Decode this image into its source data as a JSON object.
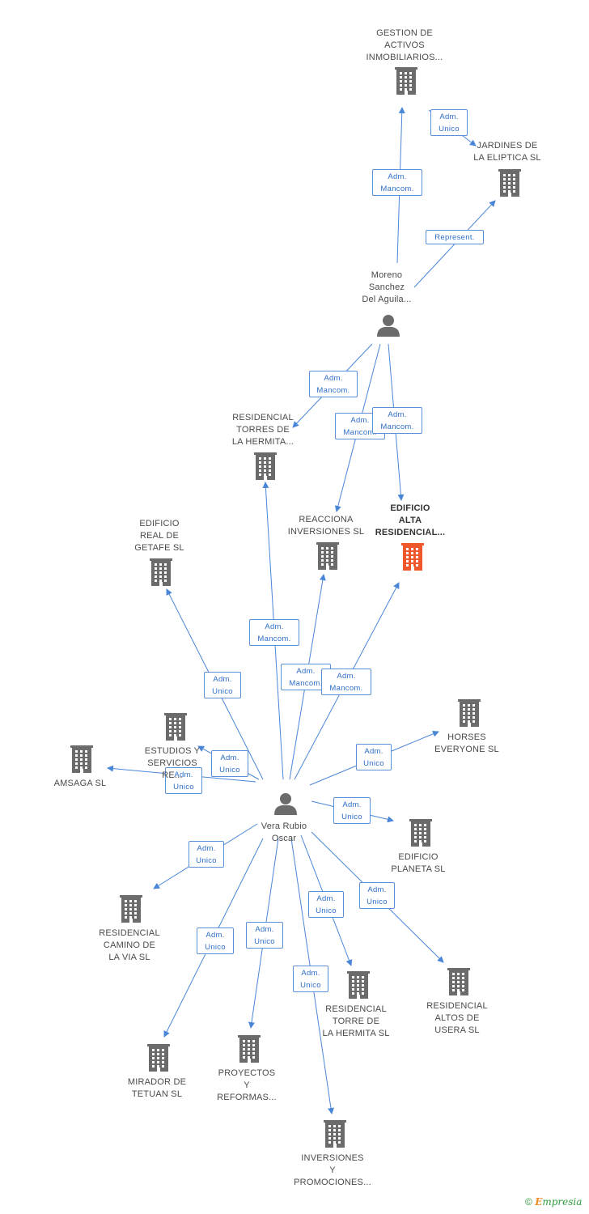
{
  "colors": {
    "edge": "#4a86d8",
    "company": "#6b6b6b",
    "focus_company": "#f0572b",
    "person": "#6b6b6b"
  },
  "nodes": [
    {
      "id": "gestion",
      "type": "company",
      "lines": [
        "GESTION DE",
        "ACTIVOS",
        "INMOBILIARIOS..."
      ]
    },
    {
      "id": "jardines",
      "type": "company",
      "lines": [
        "JARDINES DE",
        "LA ELIPTICA SL"
      ]
    },
    {
      "id": "moreno",
      "type": "person",
      "lines": [
        "Moreno",
        "Sanchez",
        "Del Aguila..."
      ]
    },
    {
      "id": "torres",
      "type": "company",
      "lines": [
        "RESIDENCIAL",
        "TORRES DE",
        "LA HERMITA..."
      ]
    },
    {
      "id": "reacciona",
      "type": "company",
      "lines": [
        "REACCIONA",
        "INVERSIONES SL"
      ]
    },
    {
      "id": "edificio_alta",
      "type": "company",
      "focus": true,
      "lines": [
        "EDIFICIO",
        "ALTA",
        "RESIDENCIAL..."
      ]
    },
    {
      "id": "getafe",
      "type": "company",
      "lines": [
        "EDIFICIO",
        "REAL DE",
        "GETAFE SL"
      ]
    },
    {
      "id": "estudios",
      "type": "company",
      "lines": [
        "ESTUDIOS Y",
        "SERVICIOS",
        "RE..."
      ]
    },
    {
      "id": "amsaga",
      "type": "company",
      "lines": [
        "AMSAGA SL"
      ]
    },
    {
      "id": "horses",
      "type": "company",
      "lines": [
        "HORSES",
        "EVERYONE SL"
      ]
    },
    {
      "id": "vera",
      "type": "person",
      "lines": [
        "Vera Rubio",
        "Oscar"
      ]
    },
    {
      "id": "planeta",
      "type": "company",
      "lines": [
        "EDIFICIO",
        "PLANETA SL"
      ]
    },
    {
      "id": "camino",
      "type": "company",
      "lines": [
        "RESIDENCIAL",
        "CAMINO DE",
        "LA VIA SL"
      ]
    },
    {
      "id": "altos",
      "type": "company",
      "lines": [
        "RESIDENCIAL",
        "ALTOS DE",
        "USERA SL"
      ]
    },
    {
      "id": "torre",
      "type": "company",
      "lines": [
        "RESIDENCIAL",
        "TORRE DE",
        "LA HERMITA SL"
      ]
    },
    {
      "id": "mirador",
      "type": "company",
      "lines": [
        "MIRADOR DE",
        "TETUAN SL"
      ]
    },
    {
      "id": "proyectos",
      "type": "company",
      "lines": [
        "PROYECTOS",
        "Y",
        "REFORMAS..."
      ]
    },
    {
      "id": "inversiones",
      "type": "company",
      "lines": [
        "INVERSIONES",
        "Y",
        "PROMOCIONES..."
      ]
    }
  ],
  "edges": [
    {
      "from": "moreno",
      "to": "gestion",
      "lines": [
        "Adm.",
        "Mancom."
      ]
    },
    {
      "from": "gestion",
      "to": "jardines",
      "lines": [
        "Adm.",
        "Unico"
      ]
    },
    {
      "from": "moreno",
      "to": "jardines",
      "lines": [
        "Represent."
      ]
    },
    {
      "from": "moreno",
      "to": "torres",
      "lines": [
        "Adm.",
        "Mancom."
      ]
    },
    {
      "from": "moreno",
      "to": "reacciona",
      "lines": [
        "Adm.",
        "Mancom."
      ]
    },
    {
      "from": "moreno",
      "to": "edificio_alta",
      "lines": [
        "Adm.",
        "Mancom."
      ]
    },
    {
      "from": "vera",
      "to": "torres",
      "lines": [
        "Adm.",
        "Mancom."
      ]
    },
    {
      "from": "vera",
      "to": "reacciona",
      "lines": [
        "Adm.",
        "Mancom."
      ]
    },
    {
      "from": "vera",
      "to": "edificio_alta",
      "lines": [
        "Adm.",
        "Mancom."
      ]
    },
    {
      "from": "vera",
      "to": "getafe",
      "lines": [
        "Adm.",
        "Unico"
      ]
    },
    {
      "from": "vera",
      "to": "estudios",
      "lines": [
        "Adm.",
        "Unico"
      ]
    },
    {
      "from": "vera",
      "to": "amsaga",
      "lines": [
        "Adm.",
        "Unico"
      ]
    },
    {
      "from": "vera",
      "to": "horses",
      "lines": [
        "Adm.",
        "Unico"
      ]
    },
    {
      "from": "vera",
      "to": "planeta",
      "lines": [
        "Adm.",
        "Unico"
      ]
    },
    {
      "from": "vera",
      "to": "camino",
      "lines": [
        "Adm.",
        "Unico"
      ]
    },
    {
      "from": "vera",
      "to": "altos",
      "lines": [
        "Adm.",
        "Unico"
      ]
    },
    {
      "from": "vera",
      "to": "torre",
      "lines": [
        "Adm.",
        "Unico"
      ]
    },
    {
      "from": "vera",
      "to": "mirador",
      "lines": [
        "Adm.",
        "Unico"
      ]
    },
    {
      "from": "vera",
      "to": "proyectos",
      "lines": [
        "Adm.",
        "Unico"
      ]
    },
    {
      "from": "vera",
      "to": "inversiones",
      "lines": [
        "Adm.",
        "Unico"
      ]
    }
  ],
  "footer": {
    "copyright": "©",
    "brand_initial": "E",
    "brand_rest": "mpresia"
  }
}
